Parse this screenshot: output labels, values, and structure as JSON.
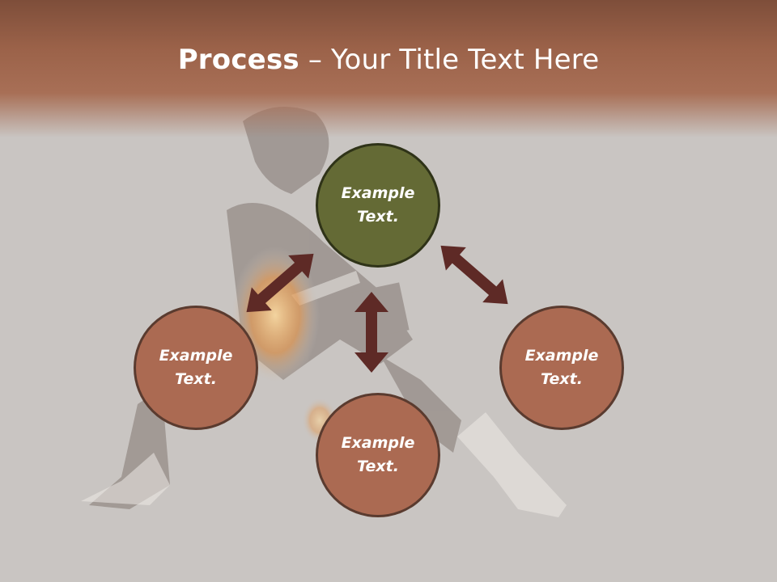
{
  "title": {
    "bold": "Process",
    "rest": " – Your Title Text Here"
  },
  "nodes": {
    "top": "Example Text.",
    "left": "Example Text.",
    "bottom": "Example Text.",
    "right": "Example Text."
  },
  "colors": {
    "header": "#a86f56",
    "background": "#c9c5c2",
    "node_primary": "#646a35",
    "node_secondary": "#ab6a52",
    "arrow": "#5e2a26"
  }
}
